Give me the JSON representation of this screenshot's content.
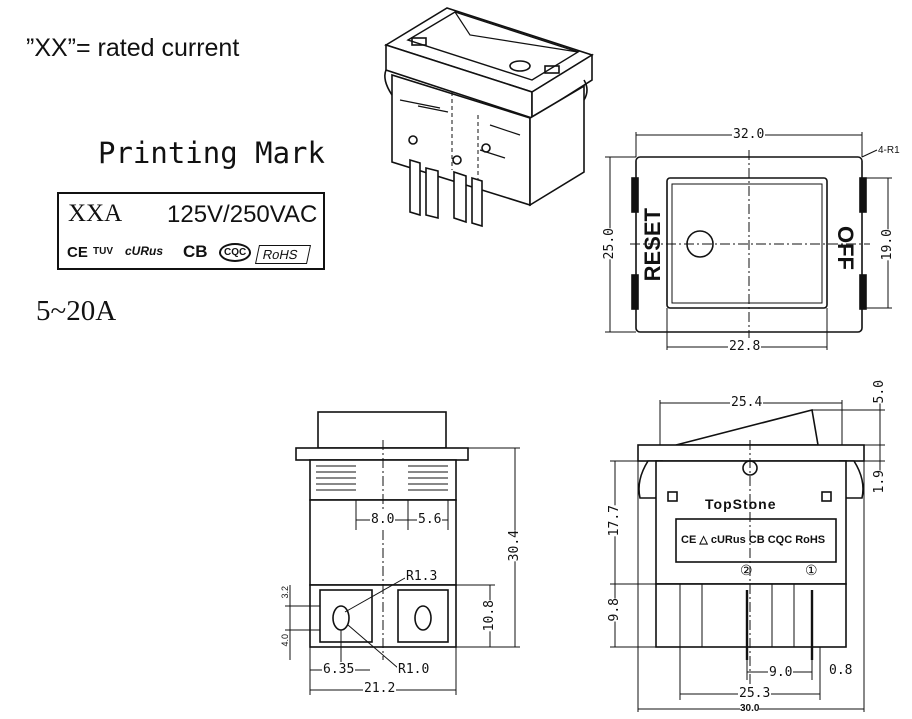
{
  "notes": {
    "rated_current": "”XX”= rated current",
    "printing_mark_title": "Printing Mark",
    "current_range": "5~20A"
  },
  "printing_mark": {
    "rating_code": "XXA",
    "voltage": "125V/250VAC",
    "cert_marks": [
      "CE",
      "TUV",
      "cURus",
      "CB",
      "CQC",
      "RoHS"
    ]
  },
  "top_view": {
    "width": "32.0",
    "corner": "4-R1",
    "height": "25.0",
    "window_height": "19.0",
    "window_width": "22.8",
    "left_label": "RESET",
    "right_label": "OFF"
  },
  "side_view": {
    "total_height": "30.4",
    "gap_a": "8.0",
    "gap_b": "5.6",
    "radius_top": "R1.3",
    "radius_bottom": "R1.0",
    "pin_length": "10.8",
    "pin_dim_a": "3.2",
    "pin_dim_b": "4.0",
    "pin_offset": "6.35",
    "base_width": "21.2"
  },
  "front_view": {
    "width": "25.4",
    "actuator_height": "5.0",
    "flange": "1.9",
    "body_height": "17.7",
    "pin_height": "9.8",
    "brand": "TopStone",
    "cert_marks": "CE △ cURus CB CQC RoHS",
    "pin_left": "②",
    "pin_right": "①",
    "pin_spacing": "9.0",
    "pin_thickness": "0.8",
    "pin_span": "25.3",
    "total_width": "30.0"
  }
}
